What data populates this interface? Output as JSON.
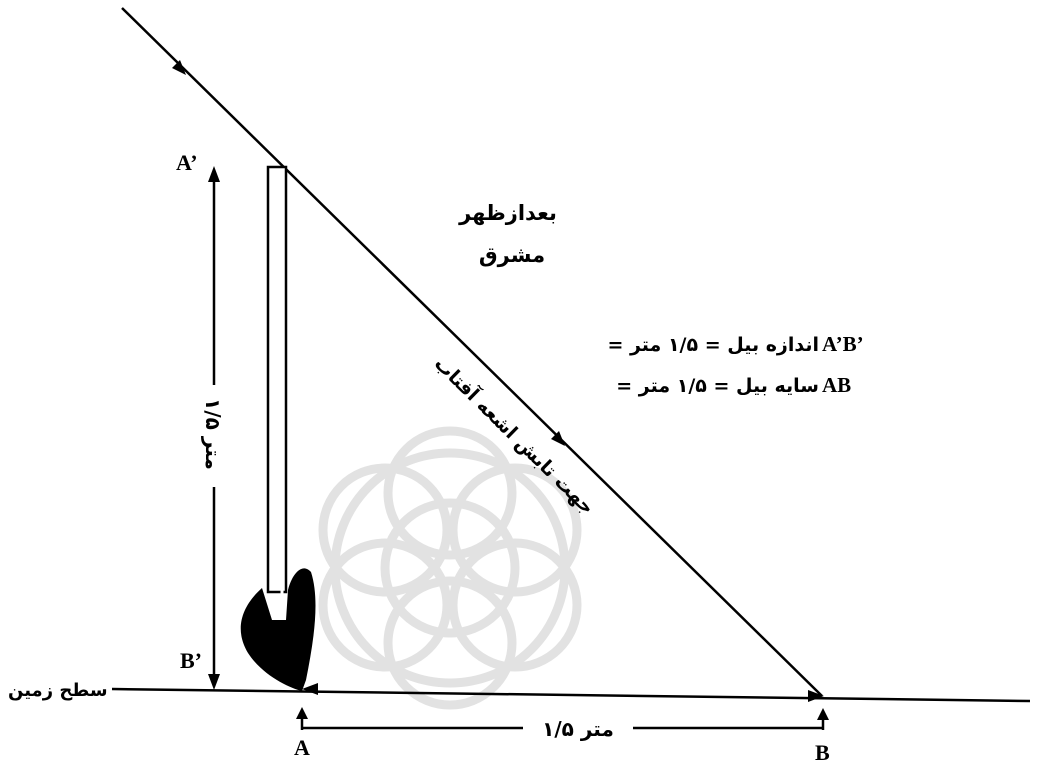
{
  "labels": {
    "a_prime": "A’",
    "b_prime": "B’",
    "point_a": "A",
    "point_b": "B",
    "ground": "سطح زمین",
    "afternoon": "بعدازظهر",
    "east": "مشرق",
    "sun_ray_direction": "جهت تابش اشعه آفتاب",
    "vertical_measure": "۱/۵ متر",
    "horizontal_measure": "۱/۵ متر",
    "legend_1_key": "A’B’",
    "legend_1_text": "= اندازه بیل = ۱/۵ متر",
    "legend_2_key": "AB",
    "legend_2_text": "= سایه بیل = ۱/۵ متر"
  },
  "colors": {
    "ink": "#000000",
    "watermark": "#e6e6e6"
  }
}
